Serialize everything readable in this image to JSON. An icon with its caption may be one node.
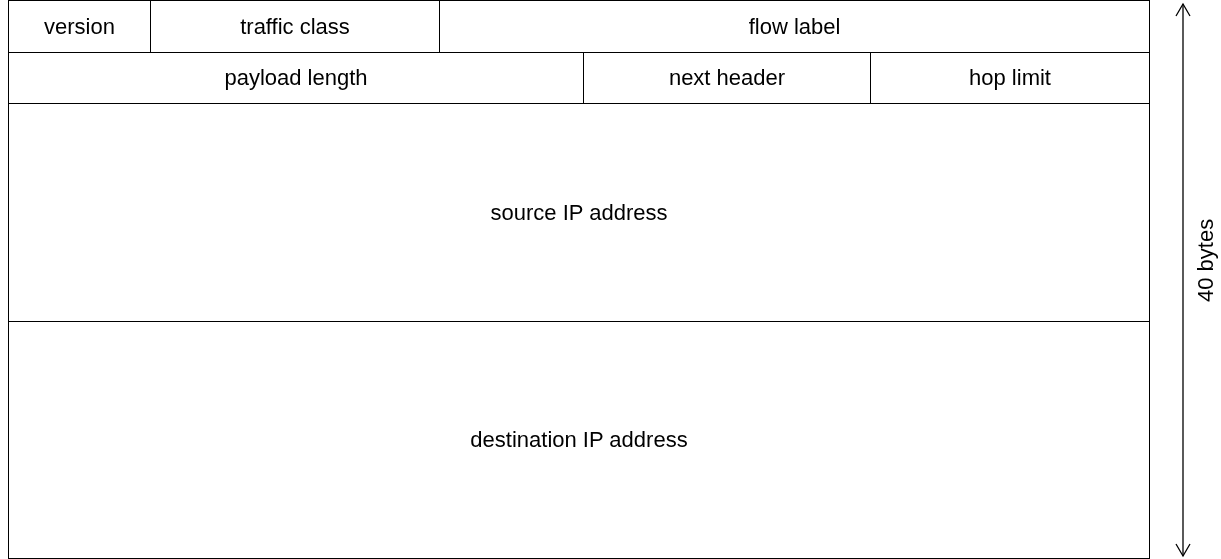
{
  "diagram": {
    "nodes": [
      {
        "text": [
          "version"
        ]
      },
      {
        "text": [
          "traffic class"
        ]
      },
      {
        "text": [
          "flow label"
        ]
      },
      {
        "text": [
          "payload length"
        ]
      },
      {
        "text": [
          "next header"
        ]
      },
      {
        "text": [
          "hop limit"
        ]
      },
      {
        "text": [
          "source IP address"
        ]
      },
      {
        "text": [
          "destination IP address"
        ]
      }
    ],
    "edges": [],
    "labels": [
      "40 bytes"
    ]
  }
}
